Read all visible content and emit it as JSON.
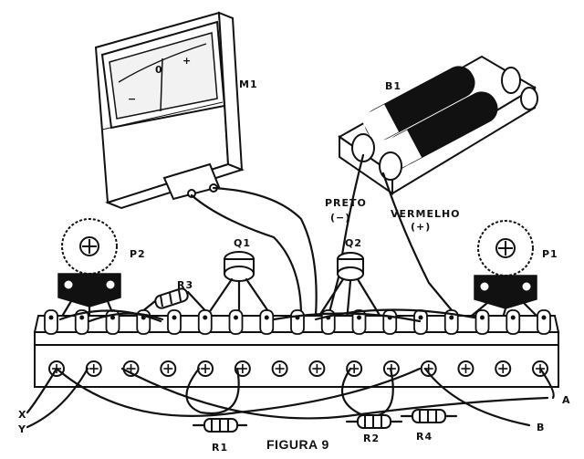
{
  "figure": {
    "title": "FIGURA 9"
  },
  "labels": {
    "meter": "M1",
    "battery": "B1",
    "pot_left": "P2",
    "pot_right": "P1",
    "transistor_1": "Q1",
    "transistor_2": "Q2",
    "resistor_3": "R3",
    "resistor_1": "R1",
    "resistor_2": "R2",
    "resistor_4": "R4",
    "black_wire": "PRETO",
    "black_sign": "(−)",
    "red_wire": "VERMELHO",
    "red_sign": "(+)",
    "meter_scale_minus": "−",
    "meter_scale_zero": "0",
    "meter_scale_plus": "+",
    "terminal_x": "X",
    "terminal_y": "Y",
    "terminal_a": "A",
    "terminal_b": "B"
  }
}
